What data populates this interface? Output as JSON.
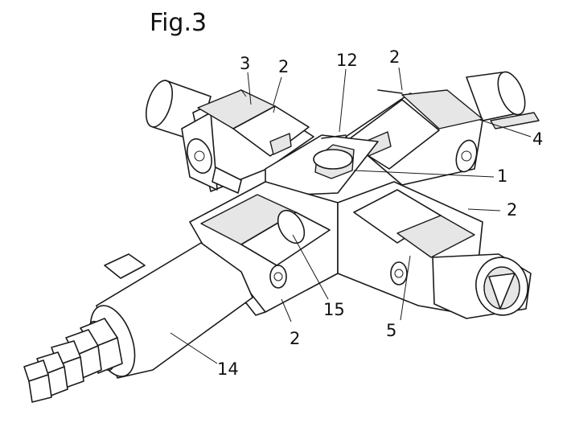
{
  "figure": {
    "title": "Fig.3",
    "labels": {
      "l1": "1",
      "l2a": "2",
      "l2b": "2",
      "l2c": "2",
      "l2d": "2",
      "l3": "3",
      "l4": "4",
      "l5": "5",
      "l12": "12",
      "l14": "14",
      "l15": "15"
    },
    "colors": {
      "line": "#1a1a1a",
      "background": "#ffffff",
      "shade": "#e6e6e6"
    }
  }
}
